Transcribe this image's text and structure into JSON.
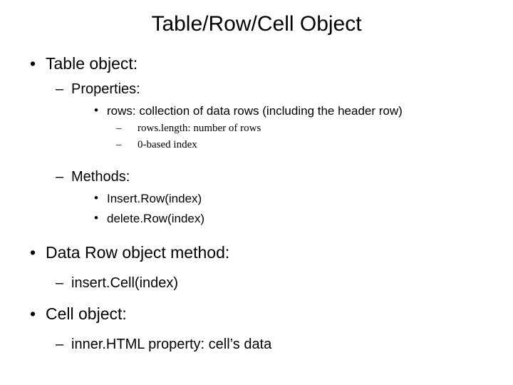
{
  "slide": {
    "title": "Table/Row/Cell Object",
    "items": [
      {
        "level": 1,
        "bullet": "•",
        "text": "Table object:"
      },
      {
        "level": 2,
        "bullet": "–",
        "text": "Properties:"
      },
      {
        "level": 3,
        "bullet": "•",
        "text": "rows: collection of data rows (including the header row)"
      },
      {
        "level": 4,
        "bullet": "–",
        "text": "rows.length: number of rows"
      },
      {
        "level": 4,
        "bullet": "–",
        "text": "0-based index"
      },
      {
        "level": 2,
        "bullet": "–",
        "text": "Methods:"
      },
      {
        "level": 3,
        "bullet": "•",
        "text": "Insert.Row(index)"
      },
      {
        "level": 3,
        "bullet": "•",
        "text": "delete.Row(index)"
      },
      {
        "level": 1,
        "bullet": "•",
        "text": "Data Row object method:"
      },
      {
        "level": 2,
        "bullet": "–",
        "text": "insert.Cell(index)"
      },
      {
        "level": 1,
        "bullet": "•",
        "text": "Cell object:"
      },
      {
        "level": 2,
        "bullet": "–",
        "text": "inner.HTML property: cell’s data"
      }
    ]
  }
}
